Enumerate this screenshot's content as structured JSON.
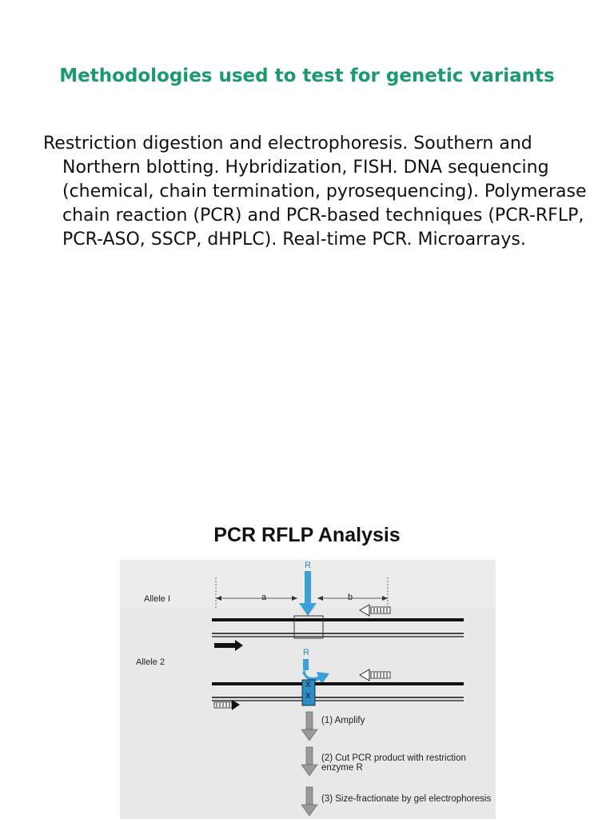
{
  "slide": {
    "title": "Methodologies used to test for genetic variants",
    "body": "Restriction digestion and electrophoresis. Southern and Northern blotting. Hybridization, FISH. DNA sequencing (chemical, chain termination, pyrosequencing). Polymerase chain reaction (PCR) and PCR-based techniques (PCR-RFLP, PCR-ASO, SSCP, dHPLC). Real-time PCR. Microarrays."
  },
  "figure": {
    "title": "PCR RFLP Analysis",
    "allele1_label": "Allele I",
    "allele2_label": "Allele 2",
    "site_label_1": "R",
    "site_label_2": "R",
    "segment_a": "a",
    "segment_b": "b",
    "mutation_mark": "X",
    "steps": [
      "(1)  Amplify",
      "(2)  Cut PCR product with restriction enzyme R",
      "(3)  Size-fractionate by gel electrophoresis"
    ]
  },
  "colors": {
    "title": "#1b9a6b",
    "enzyme_arrow": "#3aa0d8",
    "mutation_box": "#2b8ec4"
  }
}
